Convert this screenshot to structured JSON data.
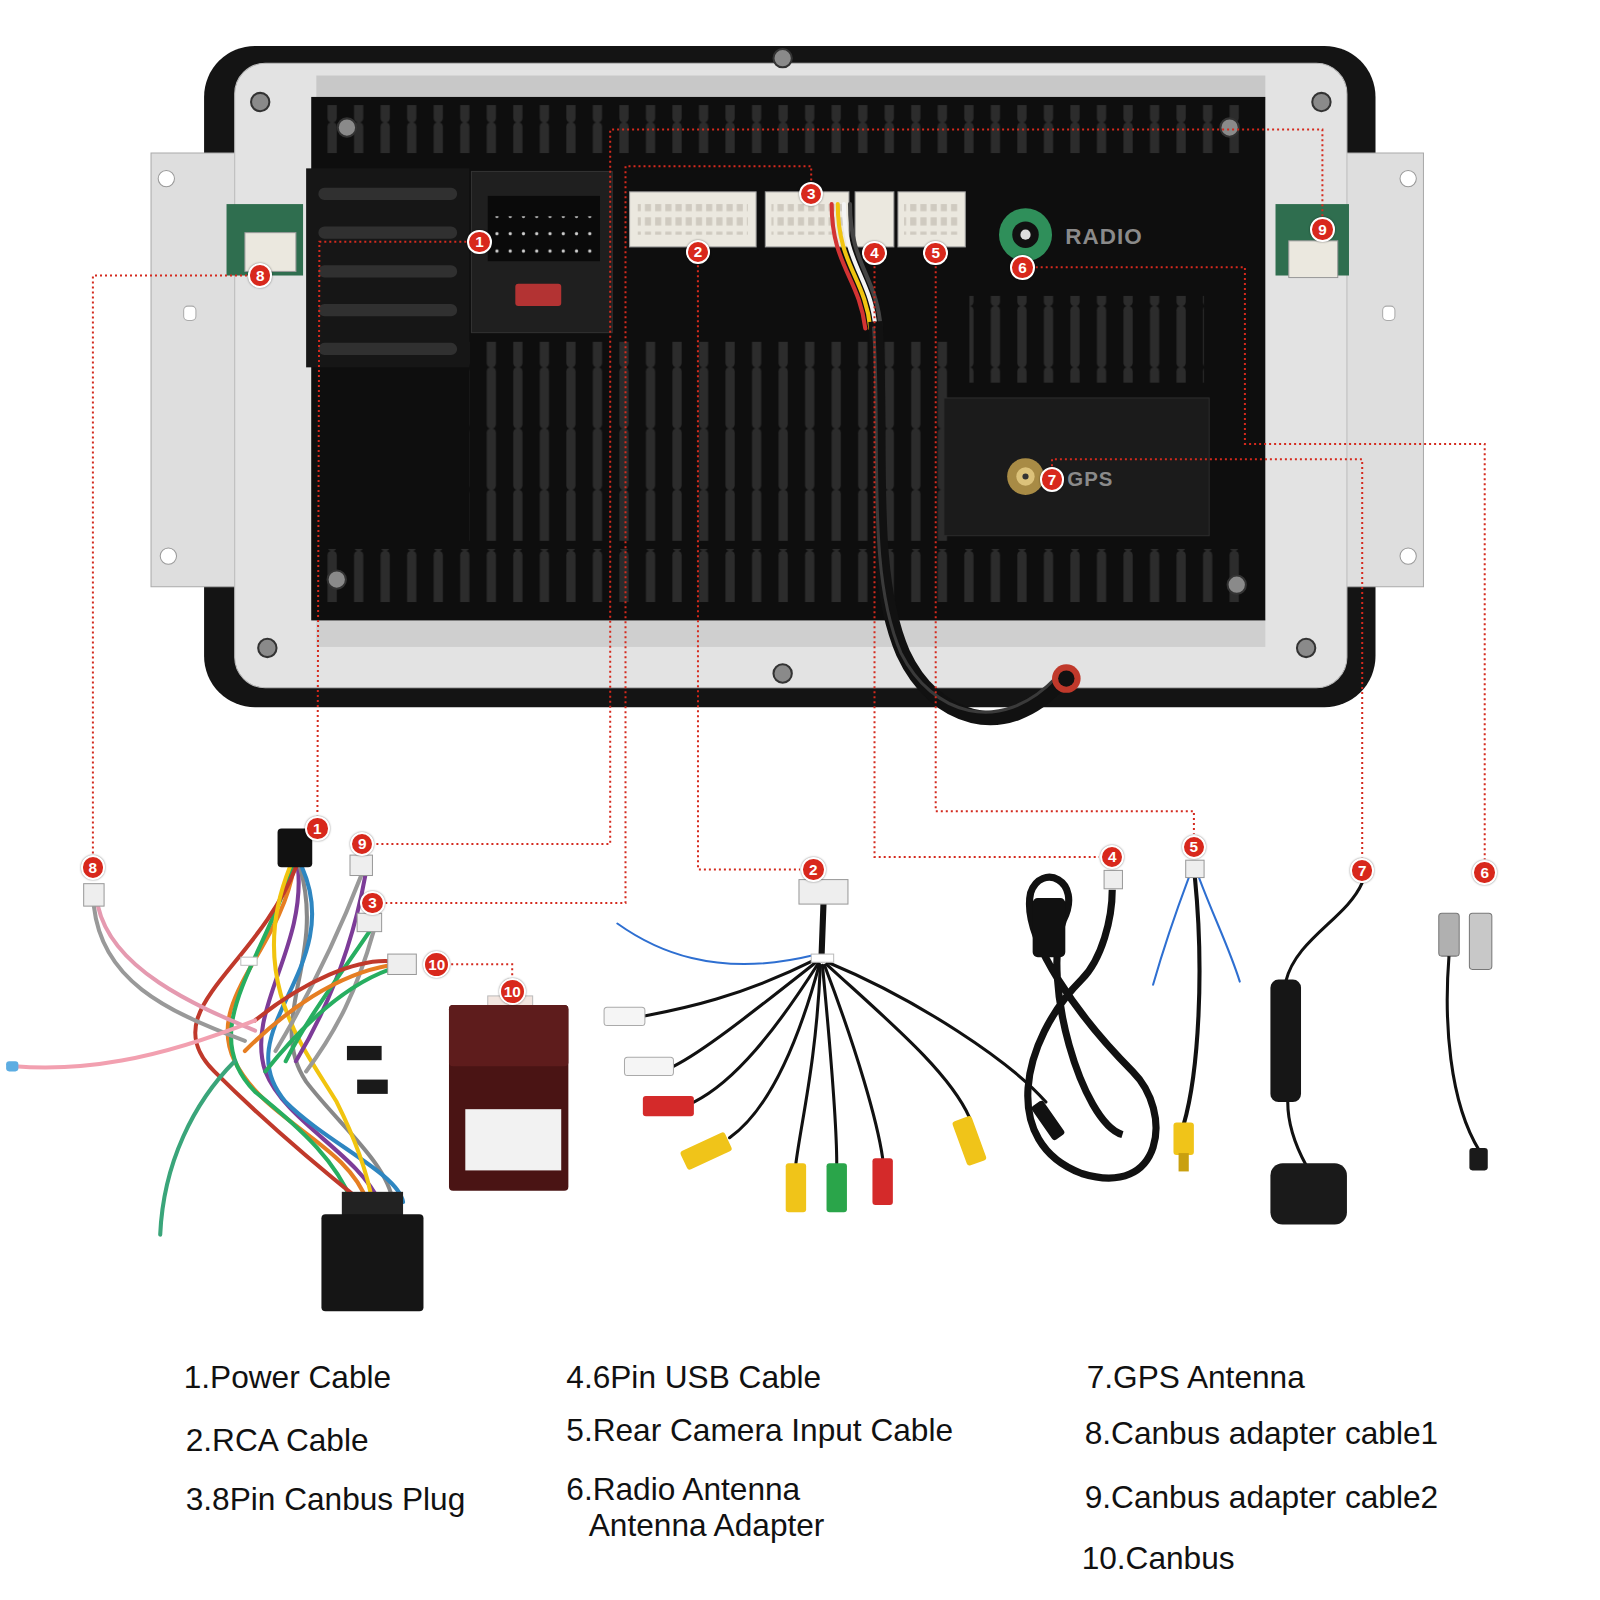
{
  "diagram": {
    "nodes": [
      {
        "text": [
          "3"
        ]
      },
      {
        "text": [
          "1"
        ]
      },
      {
        "text": [
          "9"
        ]
      },
      {
        "text": [
          "2"
        ]
      },
      {
        "text": [
          "4"
        ]
      },
      {
        "text": [
          "5"
        ]
      },
      {
        "text": [
          "8"
        ]
      },
      {
        "text": [
          "6"
        ]
      },
      {
        "text": [
          "7"
        ]
      },
      {
        "text": [
          "1"
        ]
      },
      {
        "text": [
          "9"
        ]
      },
      {
        "text": [
          "8"
        ]
      },
      {
        "text": [
          "3"
        ]
      },
      {
        "text": [
          "4"
        ]
      },
      {
        "text": [
          "5"
        ]
      },
      {
        "text": [
          "2"
        ]
      },
      {
        "text": [
          "7"
        ]
      },
      {
        "text": [
          "6"
        ]
      },
      {
        "text": [
          "10"
        ]
      },
      {
        "text": [
          "10"
        ]
      }
    ],
    "edges": [
      {
        "from": 1,
        "to": 9,
        "arrow": "none"
      },
      {
        "from": 2,
        "to": 10,
        "arrow": "none"
      },
      {
        "from": 0,
        "to": 12,
        "arrow": "none"
      },
      {
        "from": 6,
        "to": 11,
        "arrow": "none"
      },
      {
        "from": 3,
        "to": 15,
        "arrow": "none"
      },
      {
        "from": 4,
        "to": 13,
        "arrow": "none"
      },
      {
        "from": 5,
        "to": 14,
        "arrow": "none"
      },
      {
        "from": 8,
        "to": 16,
        "arrow": "none"
      },
      {
        "from": 7,
        "to": 17,
        "arrow": "none"
      },
      {
        "from": 18,
        "to": 19,
        "arrow": "none"
      }
    ],
    "labels": [
      "RADIO",
      "GPS",
      "1.Power Cable",
      "2.RCA Cable",
      "3.8Pin Canbus Plug",
      "4.6Pin USB Cable",
      "5.Rear Camera Input Cable",
      "6.Radio Antenna Antenna Adapter",
      "7.GPS Antenna",
      "8.Canbus adapter cable1",
      "9.Canbus adapter cable2",
      "10.Canbus"
    ]
  }
}
